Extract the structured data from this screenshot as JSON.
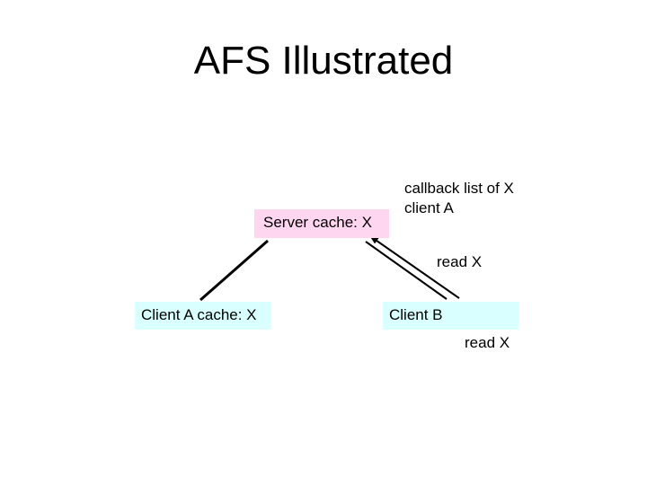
{
  "slide": {
    "title": "AFS Illustrated"
  },
  "server": {
    "label": "Server cache:  X",
    "fill": "#ffd6f0"
  },
  "callback": {
    "title": "callback list of X",
    "entries": [
      "client A"
    ]
  },
  "client_a": {
    "label": "Client A cache: X",
    "fill": "#d9ffff"
  },
  "client_b": {
    "label": "Client B",
    "fill": "#d9ffff"
  },
  "requests": {
    "read_upper": "read X",
    "read_lower": "read X"
  },
  "colors": {
    "line": "#000000"
  }
}
